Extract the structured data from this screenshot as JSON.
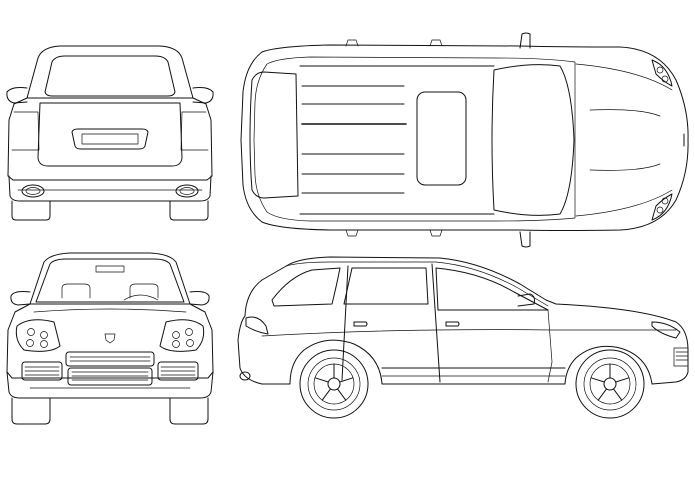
{
  "drawing": {
    "subject": "SUV blueprint",
    "views": [
      {
        "id": "rear",
        "label": ""
      },
      {
        "id": "top",
        "label": ""
      },
      {
        "id": "front",
        "label": ""
      },
      {
        "id": "side",
        "label": ""
      }
    ],
    "line_color": "#111111",
    "background": "#ffffff"
  }
}
